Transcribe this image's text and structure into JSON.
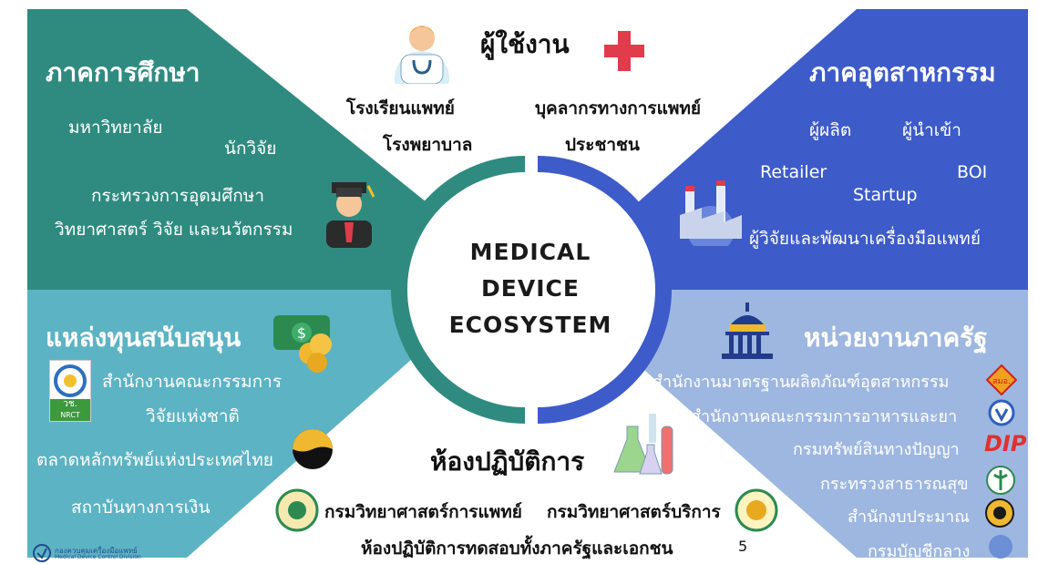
{
  "center": {
    "line1": "MEDICAL",
    "line2": "DEVICE",
    "line3": "ECOSYSTEM"
  },
  "users": {
    "heading": "ผู้ใช้งาน",
    "items": [
      "โรงเรียนแพทย์",
      "โรงพยาบาล",
      "บุคลากรทางการแพทย์",
      "ประชาชน"
    ]
  },
  "education": {
    "heading": "ภาคการศึกษา",
    "items": [
      "มหาวิทยาลัย",
      "นักวิจัย",
      "กระทรวงการอุดมศึกษา",
      "วิทยาศาสตร์ วิจัย และนวัตกรรม"
    ]
  },
  "industry": {
    "heading": "ภาคอุตสาหกรรม",
    "items": [
      "ผู้ผลิต",
      "ผู้นำเข้า",
      "Retailer",
      "BOI",
      "Startup",
      "ผู้วิจัยและพัฒนาเครื่องมือแพทย์"
    ]
  },
  "funding": {
    "heading": "แหล่งทุนสนับสนุน",
    "items": [
      "สำนักงานคณะกรรมการ",
      "วิจัยแห่งชาติ",
      "ตลาดหลักทรัพย์แห่งประเทศไทย",
      "สถาบันทางการเงิน"
    ],
    "logo_text": "วช.",
    "logo_sub": "NRCT"
  },
  "government": {
    "heading": "หน่วยงานภาครัฐ",
    "items": [
      "สำนักงานมาตรฐานผลิตภัณฑ์อุตสาหกรรม",
      "สำนักงานคณะกรรมการอาหารและยา",
      "กรมทรัพย์สินทางปัญญา",
      "กระทรวงสาธารณสุข",
      "สำนักงบประมาณ",
      "กรมบัญชีกลาง"
    ],
    "logo_tisi": "สมอ.",
    "logo_dip": "DIP"
  },
  "lab": {
    "heading": "ห้องปฏิบัติการ",
    "items": [
      "กรมวิทยาศาสตร์การแพทย์",
      "กรมวิทยาศาสตร์บริการ",
      "ห้องปฏิบัติการทดสอบทั้งภาครัฐและเอกชน"
    ]
  },
  "footer": {
    "org": "กองควบคุมเครื่องมือแพทย์",
    "org_en": "Medical Device Control Division",
    "page": "5"
  },
  "colors": {
    "education": "#2f8b80",
    "industry": "#3d5bc9",
    "funding": "#5cb3c4",
    "government": "#9eb7e0",
    "ring_left": "#2f8b80",
    "ring_right": "#3d5bc9",
    "plus": "#e03c4b"
  }
}
